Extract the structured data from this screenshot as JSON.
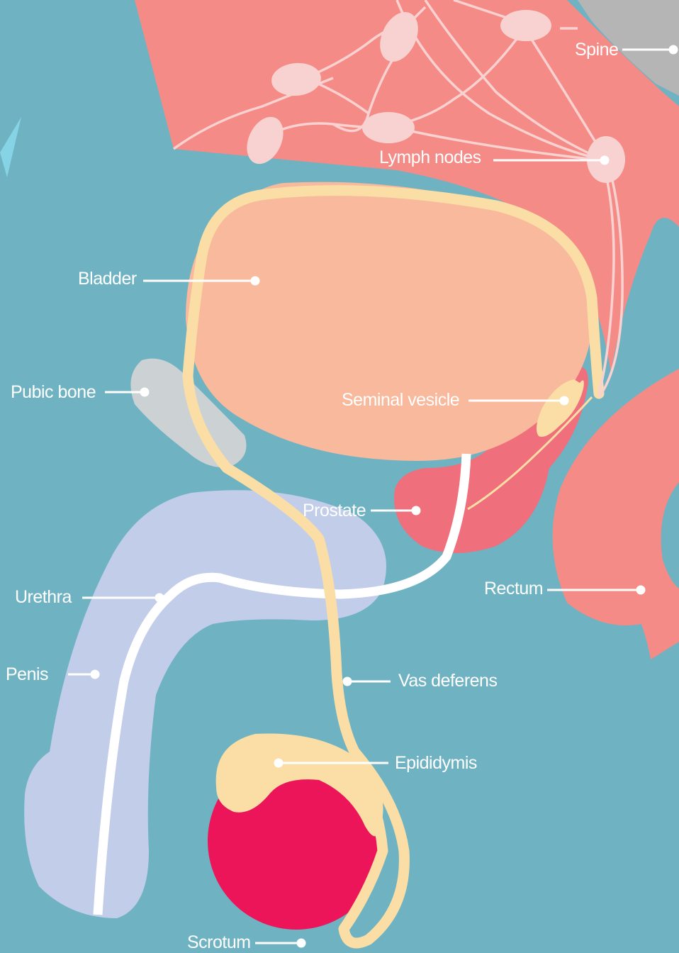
{
  "colors": {
    "background": "#6fb3c3",
    "organ_salmon": "#f58b86",
    "lymph_node": "#f8d2d0",
    "bladder": "#f8b99c",
    "vas_deferens": "#fadea5",
    "pubic_bone": "#ccd1d4",
    "spine": "#b5b5b5",
    "prostate": "#ef6f7d",
    "penis": "#c2cdea",
    "testis": "#ec1559",
    "line_white": "#ffffff"
  },
  "labels": {
    "spine": "Spine",
    "lymph_nodes": "Lymph nodes",
    "bladder": "Bladder",
    "pubic_bone": "Pubic bone",
    "seminal_vesicle": "Seminal vesicle",
    "prostate": "Prostate",
    "rectum": "Rectum",
    "urethra": "Urethra",
    "penis": "Penis",
    "vas_deferens": "Vas deferens",
    "epididymis": "Epididymis",
    "scrotum": "Scrotum"
  }
}
